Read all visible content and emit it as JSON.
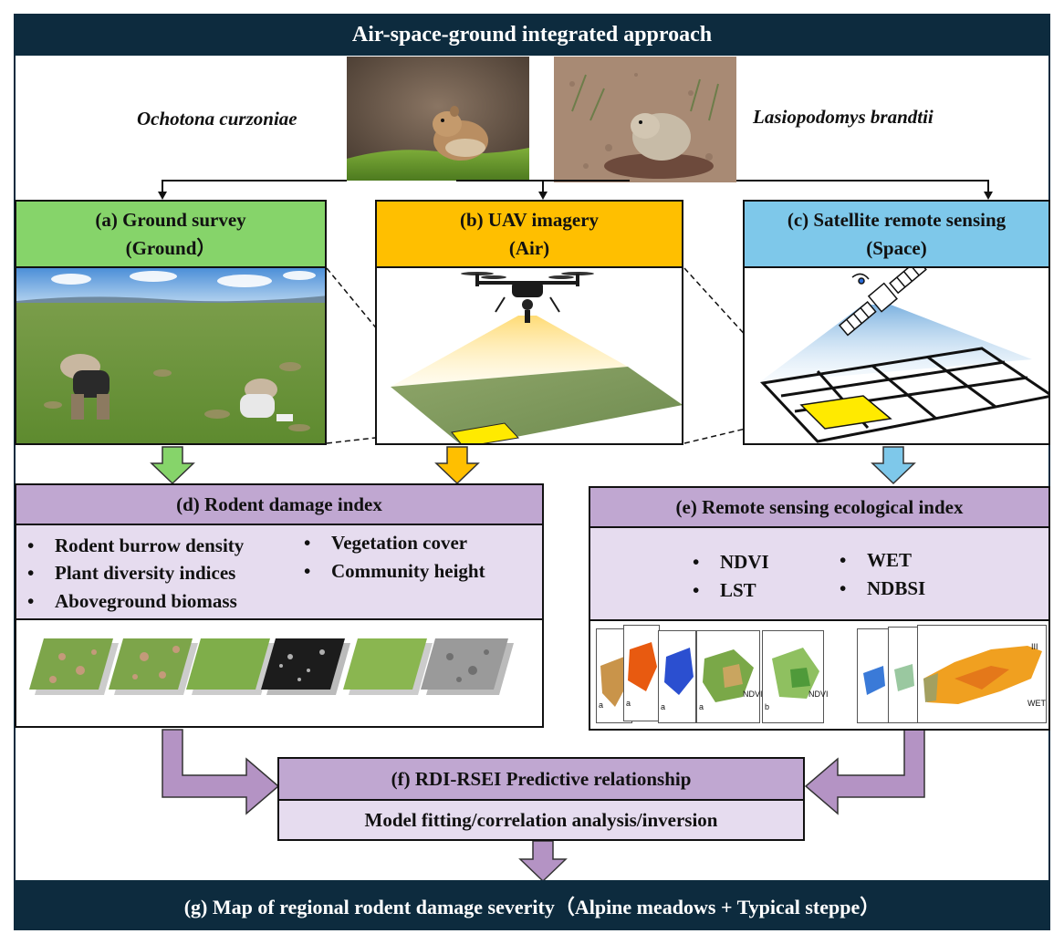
{
  "title": "Air-space-ground integrated approach",
  "species": {
    "left": "Ochotona curzoniae",
    "right": "Lasiopodomys brandtii"
  },
  "panels": {
    "ground": {
      "title": "(a) Ground survey",
      "subtitle": "(Ground）",
      "color": "#86d46a"
    },
    "uav": {
      "title": "(b) UAV imagery",
      "subtitle": "(Air)",
      "color": "#ffbf00"
    },
    "satellite": {
      "title": "(c) Satellite remote sensing",
      "subtitle": "(Space)",
      "color": "#7ec8ea"
    }
  },
  "rdi": {
    "title": "(d) Rodent damage index",
    "items_left": [
      "Rodent burrow density",
      "Plant diversity indices",
      "Aboveground biomass"
    ],
    "items_right": [
      "Vegetation cover",
      "Community height"
    ]
  },
  "rsei": {
    "title": "(e) Remote sensing ecological index",
    "items_left": [
      "NDVI",
      "LST"
    ],
    "items_right": [
      "WET",
      "NDBSI"
    ],
    "map_labels": [
      "a",
      "a",
      "a",
      "a",
      "b",
      "NDVI",
      "NDVI",
      "WET",
      "III"
    ]
  },
  "relationship": {
    "title": "(f) RDI-RSEI Predictive relationship",
    "subtitle": "Model fitting/correlation analysis/inversion"
  },
  "footer": "(g) Map of regional rodent damage severity（Alpine meadows + Typical steppe）",
  "colors": {
    "navy": "#0d2b3e",
    "purple": "#c0a7d1",
    "lavender": "#e6dcef",
    "arrow_purple": "#b493c4",
    "green": "#86d46a",
    "amber": "#ffbf00",
    "sky": "#7ec8ea"
  }
}
